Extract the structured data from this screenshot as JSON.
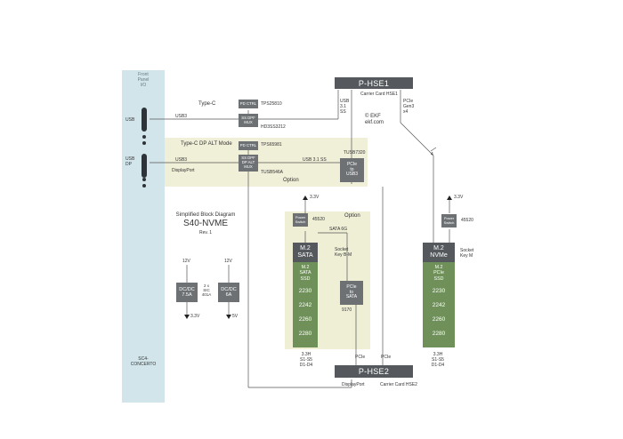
{
  "front_panel": {
    "title": "Front\nPanel\nI/O",
    "usb_label": "USB",
    "usbdp_label": "USB\nDP",
    "product_label": "SC4-\nCONCERTO"
  },
  "top": {
    "type_c_label": "Type-C",
    "usb3_label_1": "USB3",
    "pd_ctrl_1": "PD CTRL",
    "tps25810": "TPS25810",
    "ss_mux_1": "SS DPF\nMUX",
    "hd3ss3212": "HD3SS3212",
    "usb31_label": "USB\n3.1\nSS",
    "copyright": "© EKF\nekf.com"
  },
  "phse1": {
    "label": "P-HSE1",
    "carrier": "Carrier Card HSE1",
    "pcie_gen3": "PCIe\nGen3\nx4",
    "lanes": "4"
  },
  "altmode": {
    "title": "Type-C DP ALT Mode",
    "pd_ctrl_2": "PD CTRL",
    "tps65981": "TPS65981",
    "usb3_label_2": "USB3",
    "displayport_label": "DisplayPort",
    "ss_dp_mux": "SS DPF\nDP ALT\nMUX",
    "tusb546a": "TUSB546A",
    "usb31ss": "USB 3.1 SS",
    "tusb7320": "TUSB7320",
    "pcie_to_usb3": "PCIe\nto\nUSB3",
    "option": "Option"
  },
  "diagram_title": {
    "line1": "Simplified Block Diagram",
    "line2": "S40-NVME",
    "line3": "Rev. 1"
  },
  "power": {
    "dcdc1_in": "12V",
    "dcdc1_label": "DC/DC\n7.5A",
    "dcdc1_out": "3.3V",
    "dcdc_part": "2 x\nSIC\n401A",
    "dcdc2_in": "12V",
    "dcdc2_label": "DC/DC\n6A",
    "dcdc2_out": "5V"
  },
  "sata_region": {
    "v33": "3.3V",
    "power_switch": "Power\nSwitch",
    "chip45520": "45520",
    "option": "Option",
    "sata6g": "SATA 6G",
    "m2_sata": "M.2\nSATA",
    "socket": "Socket\nKey B-M",
    "ssd_title": "M.2\nSATA\nSSD",
    "forms": [
      "2230",
      "2242",
      "2260",
      "2280"
    ],
    "pcie_to_sata": "PCIe\nto\nSATA",
    "chip9170": "9170",
    "voltages": "3.3H\nS1-S5\nD1-D4",
    "pcie_hash": "PCIe"
  },
  "nvme": {
    "v33": "3.3V",
    "power_switch": "Power\nSwitch",
    "chip45520": "45520",
    "m2_nvme": "M.2\nNVMe",
    "socket": "Socket\nKey M",
    "ssd_title": "M.2\nPCIe\nSSD",
    "forms": [
      "2230",
      "2242",
      "2260",
      "2280"
    ],
    "voltages": "3.3H\nS1-S5\nD1-D4"
  },
  "phse2": {
    "label": "P-HSE2",
    "carrier": "Carrier Card HSE2",
    "displayport": "DisplayPort",
    "pcie_hash": "PCIe"
  },
  "colors": {
    "front_panel": "#d2e5ea",
    "band": "#f0efd8",
    "chip": "#6d7174",
    "connector": "#55595d",
    "ssd": "#6f9159"
  }
}
